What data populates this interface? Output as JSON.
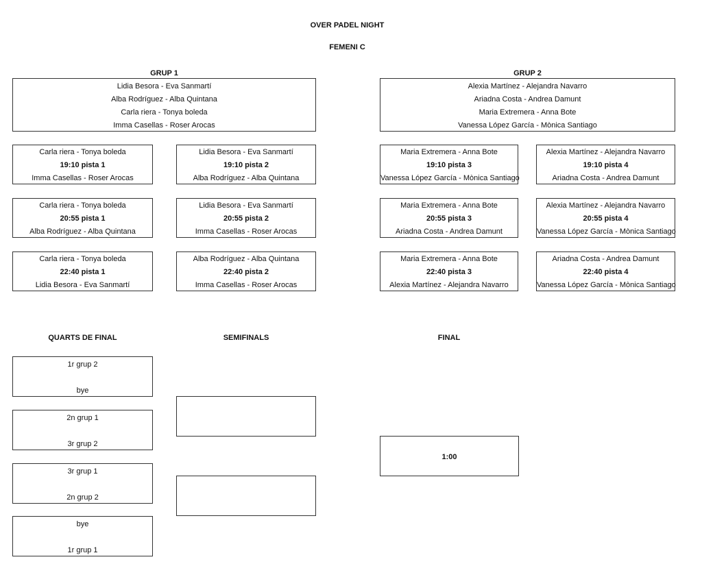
{
  "title": "OVER PADEL NIGHT",
  "subtitle": "FEMENI C",
  "groups": [
    {
      "label": "GRUP 1",
      "teams": [
        "Lidia Besora - Eva Sanmartí",
        "Alba Rodríguez - Alba Quintana",
        "Carla riera - Tonya boleda",
        "Imma Casellas - Roser Arocas"
      ],
      "matches": [
        {
          "home": "Carla riera - Tonya boleda",
          "slot": "19:10 pista 1",
          "away": "Imma Casellas - Roser Arocas"
        },
        {
          "home": "Lidia Besora - Eva Sanmartí",
          "slot": "19:10 pista 2",
          "away": "Alba Rodríguez - Alba Quintana"
        },
        {
          "home": "Carla riera - Tonya boleda",
          "slot": "20:55 pista 1",
          "away": "Alba Rodríguez - Alba Quintana"
        },
        {
          "home": "Lidia Besora - Eva Sanmartí",
          "slot": "20:55 pista 2",
          "away": "Imma Casellas - Roser Arocas"
        },
        {
          "home": "Carla riera - Tonya boleda",
          "slot": "22:40 pista 1",
          "away": "Lidia Besora - Eva Sanmartí"
        },
        {
          "home": "Alba Rodríguez - Alba Quintana",
          "slot": "22:40 pista 2",
          "away": "Imma Casellas - Roser Arocas"
        }
      ]
    },
    {
      "label": "GRUP 2",
      "teams": [
        "Alexia Martínez - Alejandra Navarro",
        "Ariadna Costa - Andrea Damunt",
        "Maria Extremera - Anna Bote",
        "Vanessa López García - Mònica Santiago"
      ],
      "matches": [
        {
          "home": "Maria Extremera - Anna Bote",
          "slot": "19:10 pista 3",
          "away": "Vanessa López García - Mònica Santiago"
        },
        {
          "home": "Alexia Martínez - Alejandra Navarro",
          "slot": "19:10 pista 4",
          "away": "Ariadna Costa - Andrea Damunt"
        },
        {
          "home": "Maria Extremera - Anna Bote",
          "slot": "20:55 pista 3",
          "away": "Ariadna Costa - Andrea Damunt"
        },
        {
          "home": "Alexia Martínez - Alejandra Navarro",
          "slot": "20:55 pista 4",
          "away": "Vanessa López García - Mònica Santiago"
        },
        {
          "home": "Maria Extremera - Anna Bote",
          "slot": "22:40 pista 3",
          "away": "Alexia Martínez - Alejandra Navarro"
        },
        {
          "home": "Ariadna Costa - Andrea Damunt",
          "slot": "22:40 pista 4",
          "away": "Vanessa López García - Mònica Santiago"
        }
      ]
    }
  ],
  "knockout": {
    "quarters_label": "QUARTS DE FINAL",
    "semis_label": "SEMIFINALS",
    "final_label": "FINAL",
    "quarters": [
      {
        "top": "1r grup 2",
        "bottom": "bye"
      },
      {
        "top": "2n grup 1",
        "bottom": "3r grup 2"
      },
      {
        "top": "3r grup 1",
        "bottom": "2n grup 2"
      },
      {
        "top": "bye",
        "bottom": "1r grup 1"
      }
    ],
    "final_time": "1:00"
  }
}
